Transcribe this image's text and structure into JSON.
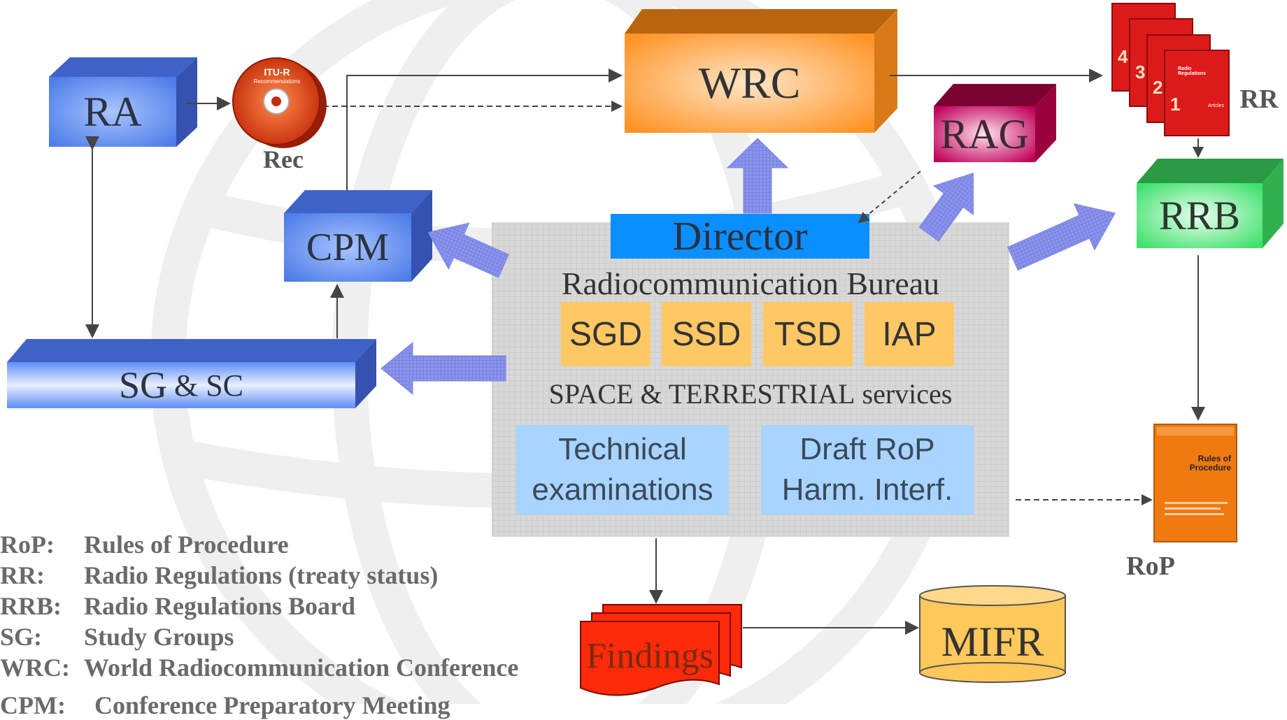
{
  "nodes": {
    "ra": "RA",
    "rec": "Rec",
    "cpm": "CPM",
    "sg_main": "SG",
    "sg_rest": "& SC",
    "wrc": "WRC",
    "rag": "RAG",
    "rr": "RR",
    "rrb": "RRB",
    "rop": "RoP",
    "findings": "Findings",
    "mifr": "MIFR"
  },
  "cd_label": {
    "line1": "ITU-R",
    "line2": "Recommendations"
  },
  "rr_books": [
    "4",
    "3",
    "2",
    "1"
  ],
  "rr_book_title": "Radio Regulations",
  "rr_book_subtitle": "Articles",
  "rop_book": {
    "title1": "Rules of",
    "title2": "Procedure"
  },
  "bureau": {
    "director": "Director",
    "title": "Radiocommunication Bureau",
    "departments": [
      "SGD",
      "SSD",
      "TSD",
      "IAP"
    ],
    "services_caps": "SPACE & TERRESTRIAL",
    "services_rest": "services",
    "box1": [
      "Technical",
      "examinations"
    ],
    "box2": [
      "Draft RoP",
      "Harm. Interf."
    ]
  },
  "legend": [
    {
      "abbr": "RoP:",
      "def": "Rules of Procedure"
    },
    {
      "abbr": "RR:",
      "def": "Radio Regulations (treaty status)"
    },
    {
      "abbr": "RRB:",
      "def": "Radio Regulations Board"
    },
    {
      "abbr": "SG:",
      "def": "Study Groups"
    },
    {
      "abbr": "WRC:",
      "def": "World Radiocommunication Conference"
    },
    {
      "abbr": "CPM:",
      "def": "Conference Preparatory Meeting"
    }
  ],
  "colors": {
    "blue_box": "#5f8ef5",
    "wrc": "#ff9a2e",
    "rag": "#c8005a",
    "rrb": "#55e87a",
    "red_book": "#dd1a1a",
    "rop_book": "#f07a10",
    "findings": "#ff2a0a",
    "mifr": "#ffc85a",
    "director": "#0b8fff",
    "department": "#ffc864",
    "light_box": "#a8d4ff"
  }
}
